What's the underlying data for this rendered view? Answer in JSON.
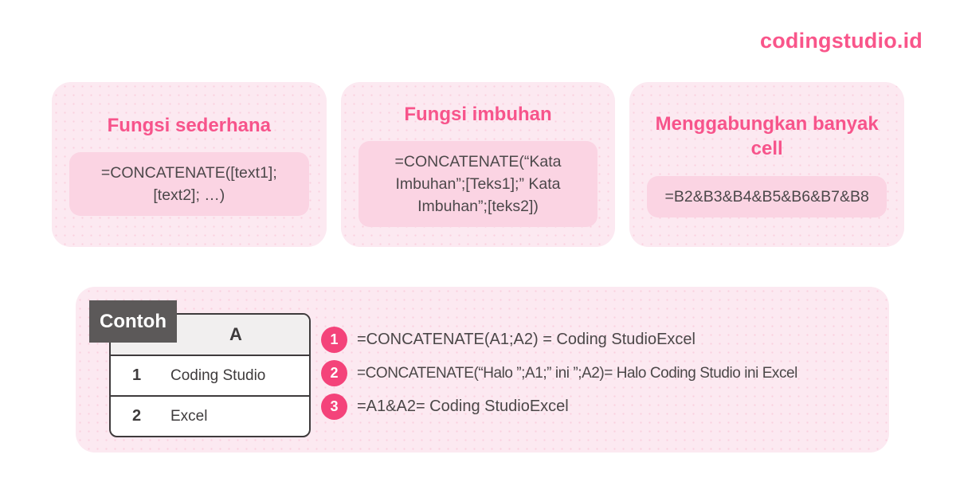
{
  "logo": "codingstudio.id",
  "cards": [
    {
      "title": "Fungsi sederhana",
      "code": "=CONCATENATE([text1]; [text2]; …)"
    },
    {
      "title": "Fungsi imbuhan",
      "code": "=CONCATENATE(“Kata Imbuhan”;[Teks1];” Kata Imbuhan”;[teks2])"
    },
    {
      "title": "Menggabungkan banyak cell",
      "code": "=B2&B3&B4&B5&B6&B7&B8"
    }
  ],
  "example": {
    "label": "Contoh",
    "table": {
      "header": "A",
      "rows": [
        {
          "num": "1",
          "value": "Coding Studio"
        },
        {
          "num": "2",
          "value": "Excel"
        }
      ]
    },
    "items": [
      {
        "num": "1",
        "text": "=CONCATENATE(A1;A2) = Coding StudioExcel"
      },
      {
        "num": "2",
        "text": "=CONCATENATE(“Halo ”;A1;”  ini ”;A2)= Halo Coding Studio ini Excel"
      },
      {
        "num": "3",
        "text": "=A1&A2= Coding StudioExcel"
      }
    ]
  },
  "colors": {
    "accent_pink": "#f9558a",
    "bullet_pink": "#f4437a",
    "card_bg": "#fce9f1",
    "code_box_bg": "#fbd4e3",
    "label_bg": "#5c5959",
    "text_dark": "#4c484a",
    "table_header_bg": "#f1efef"
  }
}
